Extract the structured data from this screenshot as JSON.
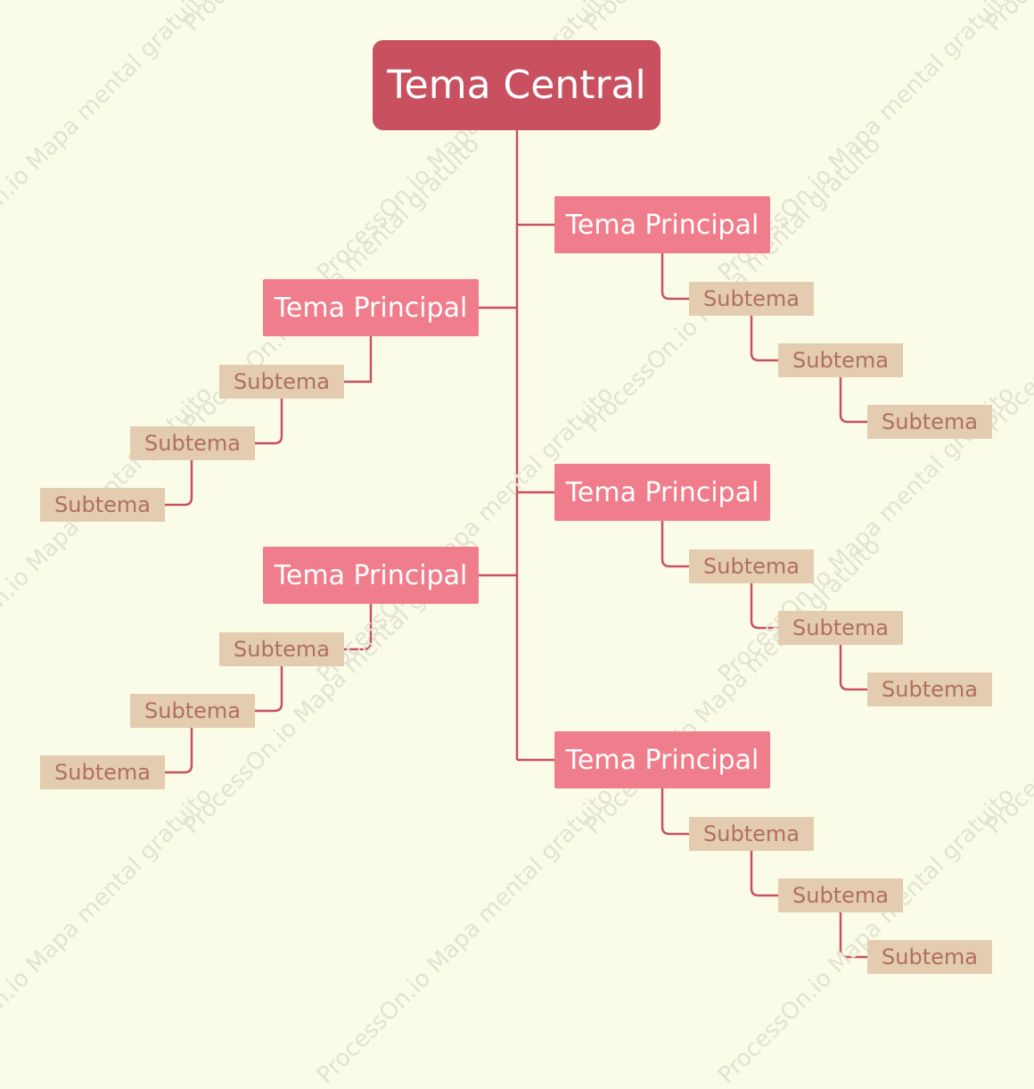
{
  "diagram": {
    "colors": {
      "background": "#fafce8",
      "central_fill": "#c9505f",
      "main_fill": "#f07d8b",
      "sub_fill": "#e3ccb0",
      "sub_text": "#b0705e",
      "connector": "#c9505f"
    },
    "central": {
      "label": "Tema Central"
    },
    "branches": [
      {
        "label": "Tema Principal",
        "side": "right",
        "subtopics": [
          "Subtema",
          "Subtema",
          "Subtema"
        ]
      },
      {
        "label": "Tema Principal",
        "side": "left",
        "subtopics": [
          "Subtema",
          "Subtema",
          "Subtema"
        ]
      },
      {
        "label": "Tema Principal",
        "side": "right",
        "subtopics": [
          "Subtema",
          "Subtema",
          "Subtema"
        ]
      },
      {
        "label": "Tema Principal",
        "side": "left",
        "subtopics": [
          "Subtema",
          "Subtema",
          "Subtema"
        ]
      },
      {
        "label": "Tema Principal",
        "side": "right",
        "subtopics": [
          "Subtema",
          "Subtema",
          "Subtema"
        ]
      }
    ]
  },
  "watermark": {
    "text": "ProcessOn.io Mapa mental gratuito"
  }
}
